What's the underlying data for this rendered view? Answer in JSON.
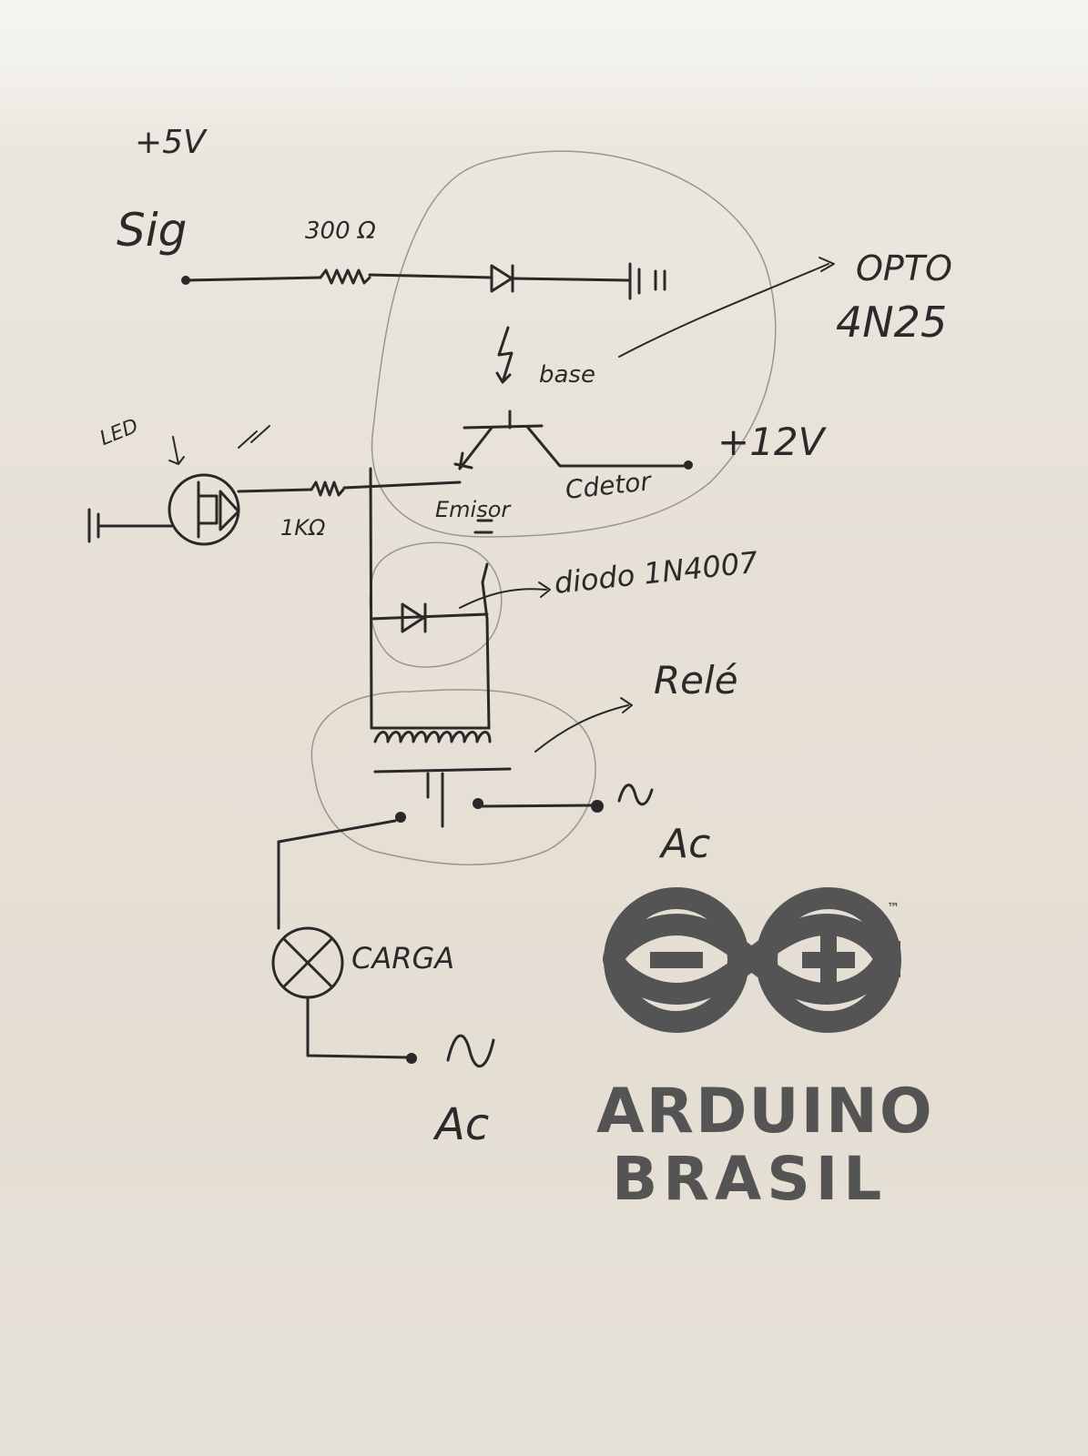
{
  "labels": {
    "supply_5v": "+5V",
    "signal": "Sig",
    "resistor_signal": "300 Ω",
    "opto_title": "OPTO",
    "opto_part": "4N25",
    "base": "base",
    "supply_12v": "+12V",
    "led": "LED",
    "resistor_led": "1KΩ",
    "emitter": "Emisor",
    "collector": "Cdetor",
    "diode": "diodo 1N4007",
    "relay": "Relé",
    "ac_relay": "Ac",
    "load": "CARGA",
    "ac_load": "Ac"
  },
  "logo": {
    "line1": "ARDUINO",
    "line2": "BRASIL",
    "trademark": "™",
    "color": "#555454"
  },
  "colors": {
    "ink": "#2a2929",
    "paper": "#e6e0d6",
    "pencil": "#9a968f"
  }
}
